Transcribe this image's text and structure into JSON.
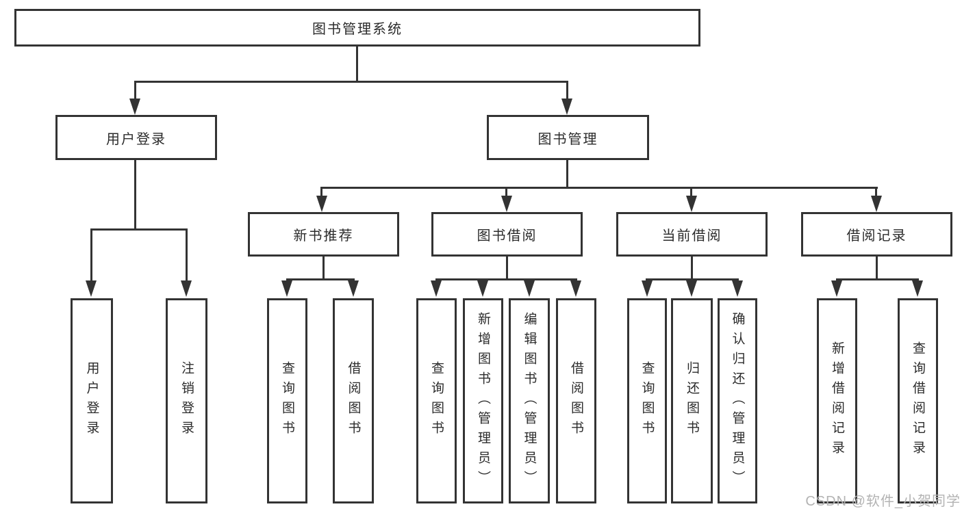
{
  "diagram": {
    "root": "图书管理系统",
    "branches": [
      {
        "label": "用户登录"
      },
      {
        "label": "图书管理"
      }
    ],
    "modules": [
      {
        "label": "新书推荐",
        "parent": "图书管理"
      },
      {
        "label": "图书借阅",
        "parent": "图书管理"
      },
      {
        "label": "当前借阅",
        "parent": "图书管理"
      },
      {
        "label": "借阅记录",
        "parent": "图书管理"
      }
    ],
    "leaves": [
      {
        "label": "用户登录",
        "parent": "用户登录"
      },
      {
        "label": "注销登录",
        "parent": "用户登录"
      },
      {
        "label": "查询图书",
        "parent": "新书推荐"
      },
      {
        "label": "借阅图书",
        "parent": "新书推荐"
      },
      {
        "label": "查询图书",
        "parent": "图书借阅"
      },
      {
        "label": "新增图书（管理员）",
        "parent": "图书借阅"
      },
      {
        "label": "编辑图书（管理员）",
        "parent": "图书借阅"
      },
      {
        "label": "借阅图书",
        "parent": "图书借阅"
      },
      {
        "label": "查询图书",
        "parent": "当前借阅"
      },
      {
        "label": "归还图书",
        "parent": "当前借阅"
      },
      {
        "label": "确认归还（管理员）",
        "parent": "当前借阅"
      },
      {
        "label": "新增借阅记录",
        "parent": "借阅记录"
      },
      {
        "label": "查询借阅记录",
        "parent": "借阅记录"
      }
    ],
    "watermark": "CSDN @软件_小贺同学",
    "colors": {
      "line": "#333333",
      "box_fill": "#ffffff",
      "text": "#2b2b2b",
      "watermark": "#b3b3b3"
    }
  }
}
